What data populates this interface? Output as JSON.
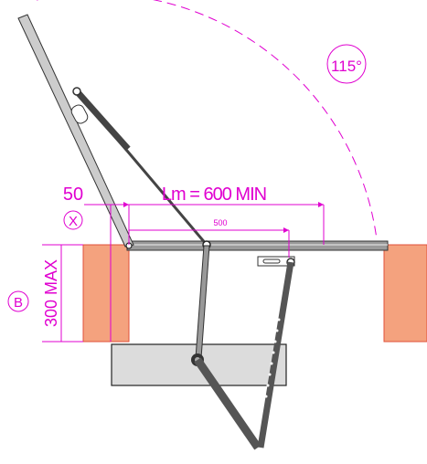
{
  "diagram": {
    "angle_label": "115°",
    "width_label": "50",
    "width_marker": "X",
    "length_label": "Lm = 600 MIN",
    "inner_length_label": "500",
    "height_label": "300 MAX",
    "height_marker": "B"
  },
  "colors": {
    "dimension": "#e000d0",
    "wall": "#f4a27e",
    "wall_edge": "#e0503a",
    "hatch_fill": "#dcdcdc",
    "arm": "#555555"
  }
}
